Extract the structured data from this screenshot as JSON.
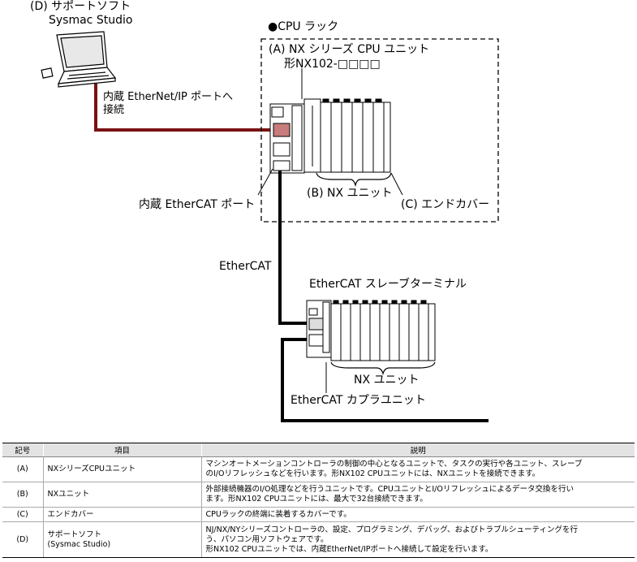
{
  "labels": {
    "support_software_code": "(D) サポートソフト",
    "support_software_name": "Sysmac Studio",
    "ethernet_port_line1": "内蔵 EtherNet/IP ポートへ",
    "ethernet_port_line2": "接続",
    "cpu_rack": "●CPU ラック",
    "cpu_unit": "(A) NX シリーズ CPU ユニット",
    "cpu_model": "形NX102-□□□□",
    "ethercat_port": "内蔵 EtherCAT ポート",
    "nx_unit_b": "(B) NX ユニット",
    "end_cover": "(C) エンドカバー",
    "ethercat": "EtherCAT",
    "slave_terminal": "EtherCAT スレーブターミナル",
    "nx_unit": "NX ユニット",
    "coupler_unit": "EtherCAT カプラユニット"
  },
  "table": {
    "headers": [
      "記号",
      "項目",
      "説明"
    ],
    "rows": [
      {
        "symbol": "(A)",
        "item": "NXシリーズCPUユニット",
        "item2": "",
        "desc": [
          "マシンオートメーションコントローラの制御の中心となるユニットで、タスクの実行や各ユニット、スレーブ",
          "のI/Oリフレッシュなどを行います。形NX102 CPUユニットには、NXユニットを接続できます。"
        ]
      },
      {
        "symbol": "(B)",
        "item": "NXユニット",
        "item2": "",
        "desc": [
          "外部接続機器のI/O処理などを行うユニットです。CPUユニットとI/Oリフレッシュによるデータ交換を行い",
          "ます。形NX102 CPUユニットには、最大で32台接続できます。"
        ]
      },
      {
        "symbol": "(C)",
        "item": "エンドカバー",
        "item2": "",
        "desc": [
          "CPUラックの終端に装着するカバーです。"
        ]
      },
      {
        "symbol": "(D)",
        "item": "サポートソフト",
        "item2": "(Sysmac Studio)",
        "desc": [
          "NJ/NX/NYシリーズコントローラの、設定、プログラミング、デバッグ、およびトラブルシューティングを行",
          "う、パソコン用ソフトウェアです。",
          "形NX102 CPUユニットでは、内蔵EtherNet/IPポートへ接続して設定を行います。"
        ]
      }
    ]
  },
  "colors": {
    "ethernet_cable": "#7a1212",
    "ethercat_cable": "#000000"
  }
}
